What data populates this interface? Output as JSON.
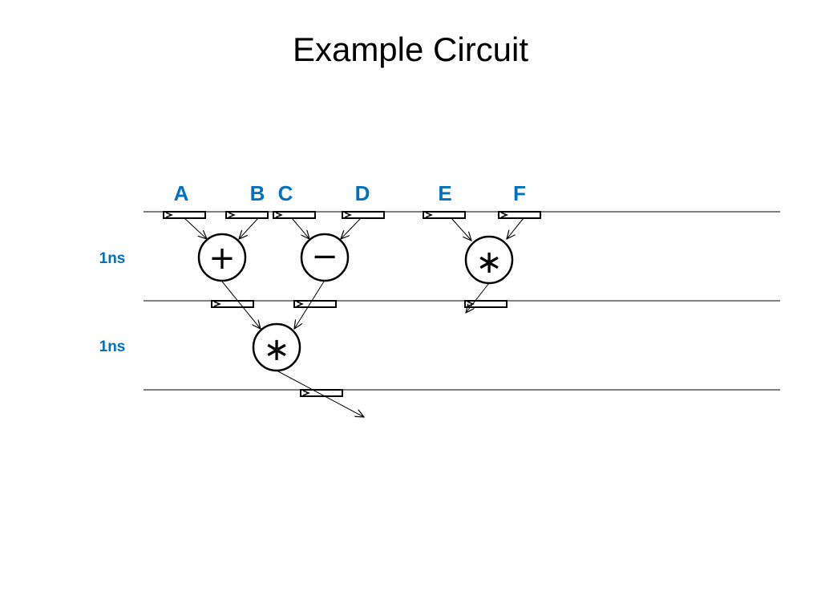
{
  "title": "Example Circuit",
  "colors": {
    "label": "#0070c0",
    "line": "#000000",
    "background": "#ffffff"
  },
  "inputs": [
    "A",
    "B",
    "C",
    "D",
    "E",
    "F"
  ],
  "stages": [
    "1ns",
    "1ns"
  ],
  "operators": {
    "add": "+",
    "sub": "−",
    "mul_ef": "∗",
    "mul_final": "∗"
  }
}
